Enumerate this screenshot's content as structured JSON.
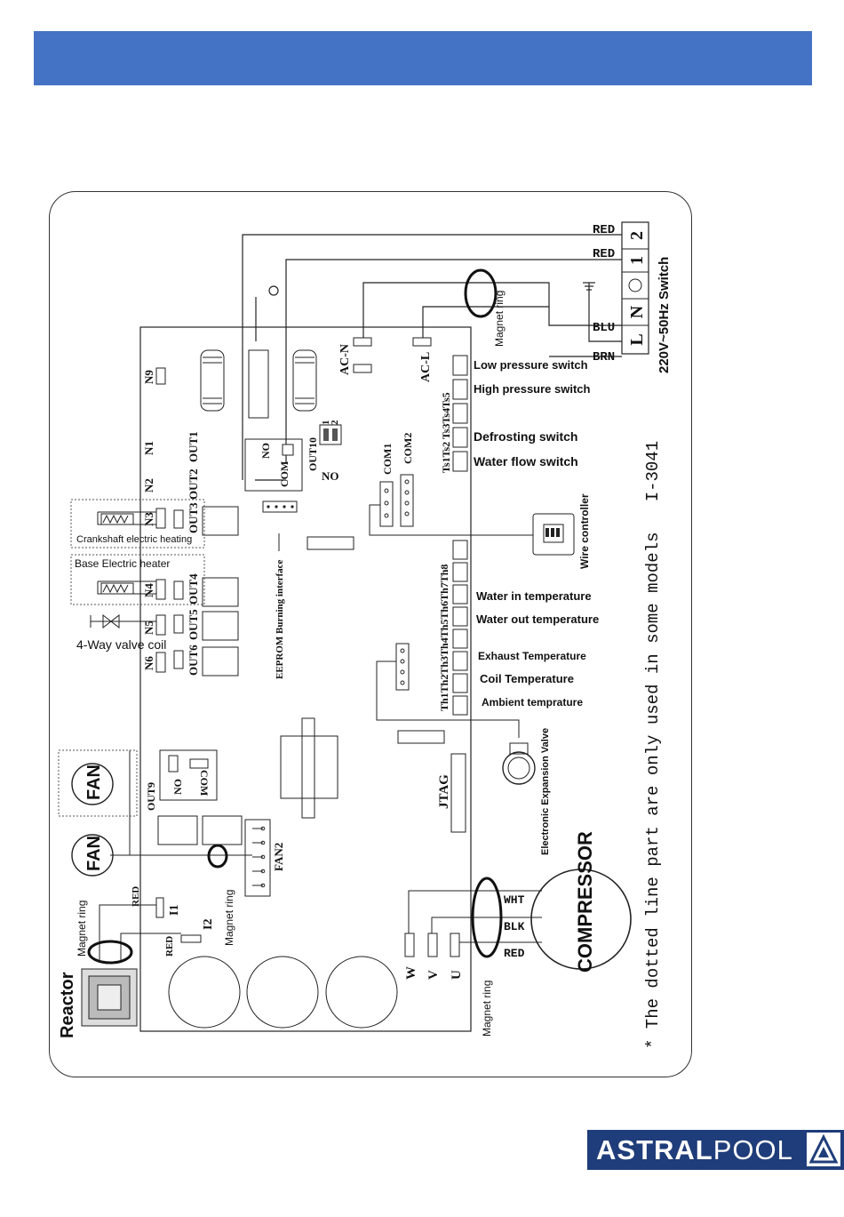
{
  "power": {
    "terminal_2": "2",
    "terminal_1": "1",
    "terminal_l": "L",
    "terminal_n": "N",
    "wire_red_1": "RED",
    "wire_red_2": "RED",
    "wire_blu": "BLU",
    "wire_brn": "BRN",
    "supply_label": "220V~50Hz Switch",
    "magnet_ring": "Magnet ring"
  },
  "board": {
    "ac_n": "AC-N",
    "ac_l": "AC-L",
    "n9": "N9",
    "n1": "N1",
    "n2": "N2",
    "n3": "N3",
    "n4": "N4",
    "n5": "N5",
    "n6": "N6",
    "out1": "OUT1",
    "out2": "OUT2",
    "out3": "OUT3",
    "out4": "OUT4",
    "out5": "OUT5",
    "out6": "OUT6",
    "out9": "OUT9",
    "out10": "OUT10",
    "no_label": "NO",
    "com_label": "COM",
    "com1": "COM1",
    "com2": "COM2",
    "dip_1": "1",
    "dip_2": "2",
    "eeprom": "EEPROM Burning interface",
    "jtag": "JTAG",
    "fan2": "FAN2",
    "i1": "I1",
    "i2": "I2",
    "w": "W",
    "v": "V",
    "u": "U"
  },
  "switches": {
    "ts_header": "Ts1Ts2 Ts3Ts4Ts5",
    "low_pressure": "Low pressure switch",
    "high_pressure": "High pressure switch",
    "defrosting": "Defrosting switch",
    "water_flow": "Water flow switch"
  },
  "sensors": {
    "th_header": "Th1Th2Th3Th4Th5Th6Th7Th8",
    "water_in": "Water in temperature",
    "water_out": "Water out temperature",
    "exhaust": "Exhaust Temperature",
    "coil": "Coil Temperature",
    "ambient": "Ambient temprature"
  },
  "peripherals": {
    "wire_controller": "Wire controller",
    "expansion_valve": "Electronic Expansion Valve",
    "compressor": "COMPRESSOR",
    "wht": "WHT",
    "blk": "BLK",
    "red": "RED",
    "crankshaft": "Crankshaft electric heating",
    "base_heater": "Base Electric heater",
    "four_way": "4-Way valve coil",
    "fan": "FAN",
    "reactor": "Reactor",
    "red_i1": "RED",
    "red_i2": "RED"
  },
  "note": "* The dotted line part are only used in some models   I-3041",
  "brand": {
    "name_bold": "ASTRAL",
    "name_light": "POOL",
    "header_color": "#4472c4",
    "logo_color": "#1f3d7a"
  }
}
